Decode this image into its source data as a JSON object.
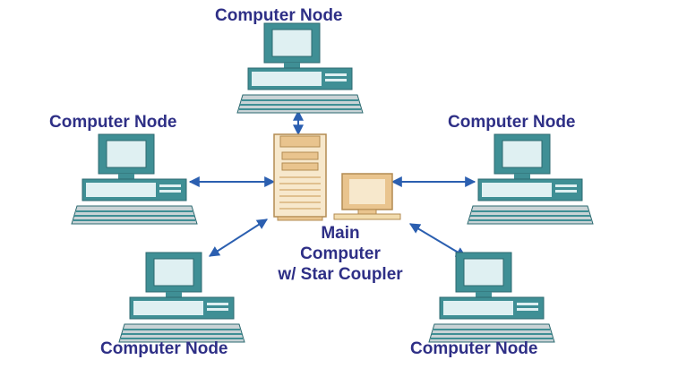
{
  "nodes": {
    "top": {
      "label": "Computer Node"
    },
    "left_upper": {
      "label": "Computer Node"
    },
    "right_upper": {
      "label": "Computer Node"
    },
    "left_lower": {
      "label": "Computer Node"
    },
    "right_lower": {
      "label": "Computer Node"
    }
  },
  "main_computer": {
    "line1": "Main",
    "line2": "Computer",
    "line3": "w/ Star Coupler"
  },
  "colors": {
    "label": "#2e2f86",
    "node_teal": "#3f8f95",
    "node_screen": "#dff0f2",
    "keyboard_gray": "#c9d3d6",
    "main_tan": "#e9c48e",
    "main_light": "#f7e8cc",
    "connector": "#2b5fb0"
  },
  "icons": {
    "node": "desktop-computer-icon",
    "server": "tower-server-icon",
    "monitor": "monitor-icon",
    "link": "double-arrow-connector-icon"
  }
}
